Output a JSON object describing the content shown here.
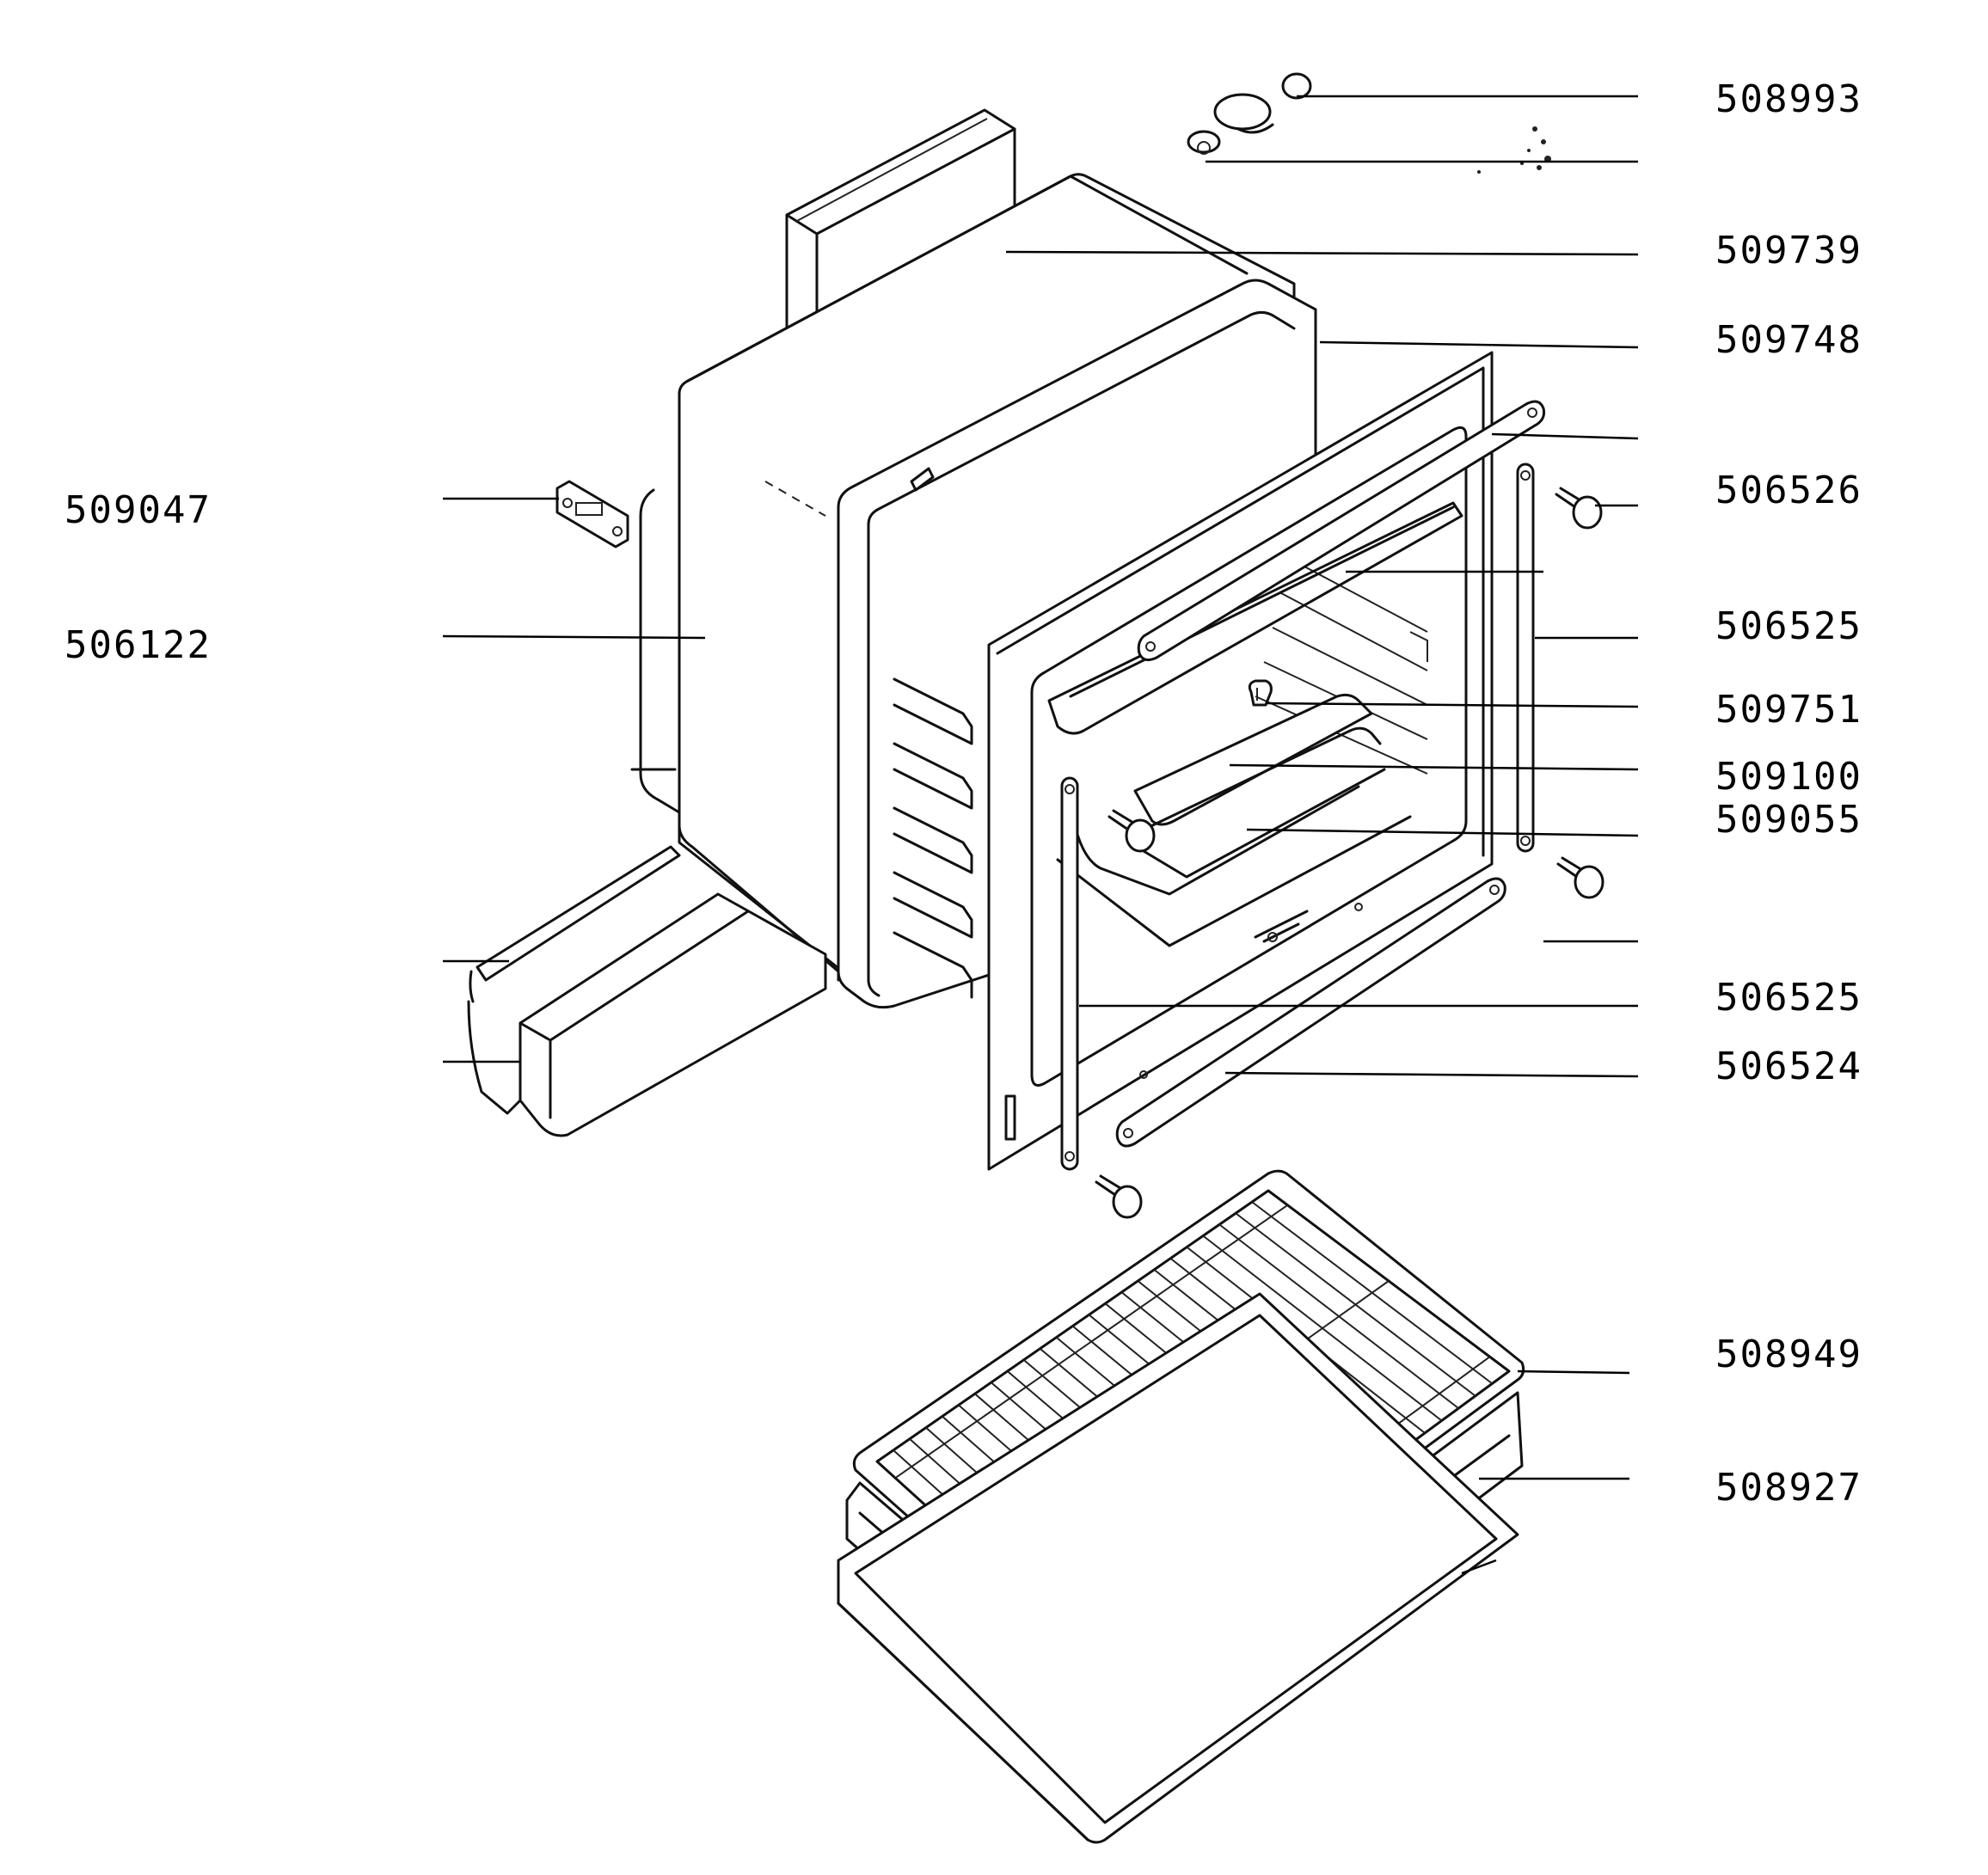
{
  "diagram": {
    "labels": [
      {
        "id": "l1",
        "text": "508993"
      },
      {
        "id": "l2",
        "text": "509739"
      },
      {
        "id": "l3",
        "text": "509748"
      },
      {
        "id": "l4",
        "text": "506526"
      },
      {
        "id": "l5",
        "text": "506525"
      },
      {
        "id": "l6",
        "text": "509751"
      },
      {
        "id": "l7",
        "text": "509100"
      },
      {
        "id": "l8",
        "text": "509055"
      },
      {
        "id": "l9",
        "text": "506525"
      },
      {
        "id": "l10",
        "text": "506524"
      },
      {
        "id": "l11",
        "text": "508949"
      },
      {
        "id": "l12",
        "text": "508927"
      },
      {
        "id": "l13",
        "text": "509047"
      },
      {
        "id": "l14",
        "text": "506122"
      }
    ]
  }
}
